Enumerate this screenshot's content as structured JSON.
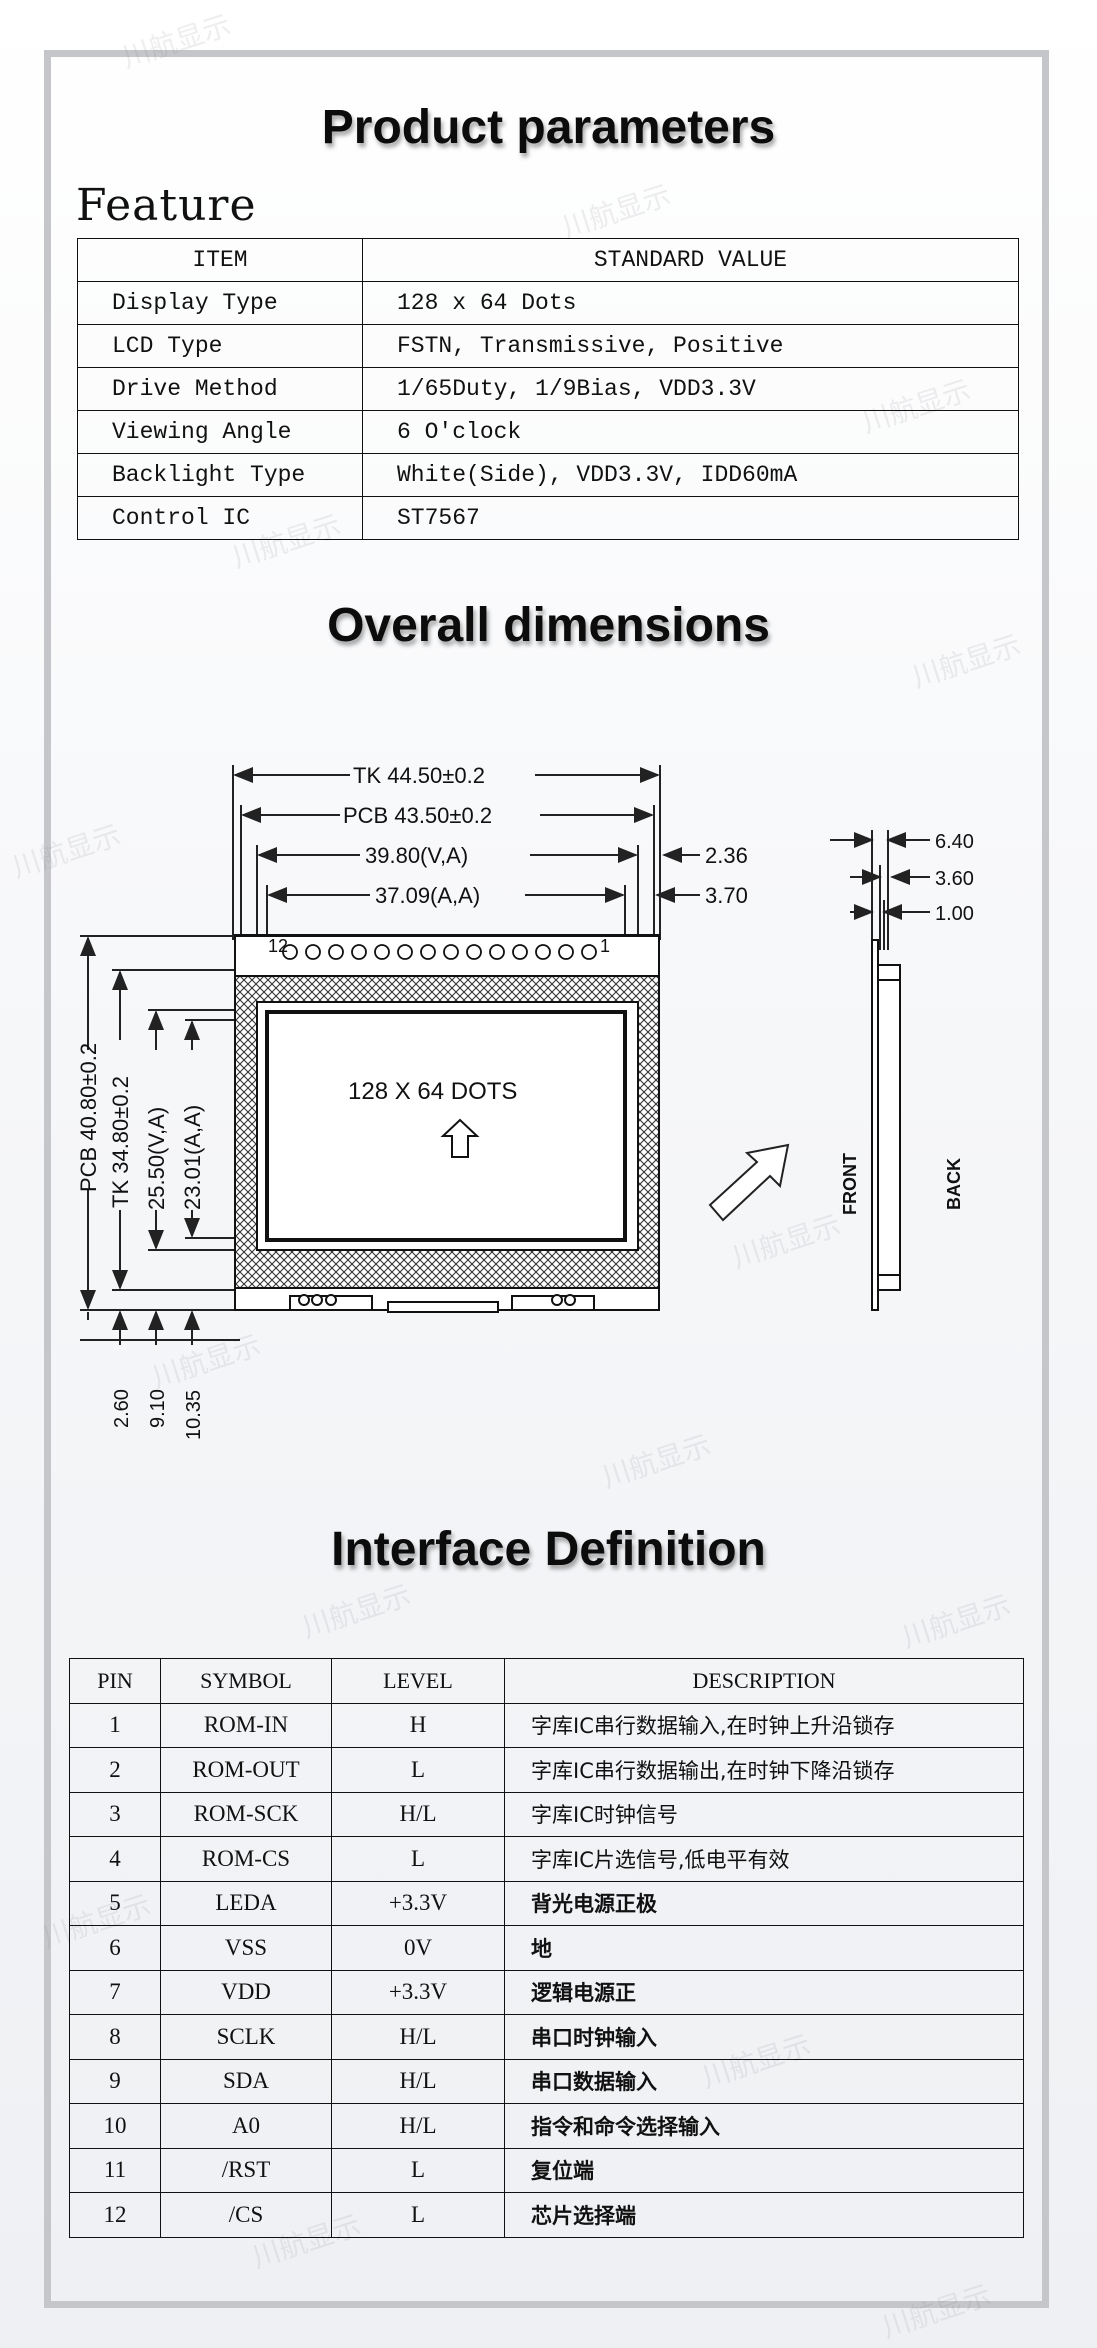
{
  "headings": {
    "product_parameters": "Product parameters",
    "feature": "Feature",
    "overall_dimensions": "Overall dimensions",
    "interface_definition": "Interface Definition"
  },
  "feature_table": {
    "headers": [
      "ITEM",
      "STANDARD VALUE"
    ],
    "rows": [
      [
        "Display Type",
        "128 x 64 Dots"
      ],
      [
        "LCD Type",
        "FSTN, Transmissive, Positive"
      ],
      [
        "Drive Method",
        "1/65Duty, 1/9Bias, VDD3.3V"
      ],
      [
        "Viewing Angle",
        "6 O'clock"
      ],
      [
        "Backlight Type",
        "White(Side), VDD3.3V, IDD60mA"
      ],
      [
        "Control IC",
        "ST7567"
      ]
    ]
  },
  "dimensions": {
    "tk_width": "TK 44.50±0.2",
    "pcb_width": "PCB 43.50±0.2",
    "va_width": "39.80(V,A)",
    "aa_width": "37.09(A,A)",
    "dim_right_1": "2.36",
    "dim_right_2": "3.70",
    "pcb_height": "PCB 40.80±0.2",
    "tk_height": "TK 34.80±0.2",
    "va_height": "25.50(V,A)",
    "aa_height": "23.01(A,A)",
    "bottom_1": "2.60",
    "bottom_2": "9.10",
    "bottom_3": "10.35",
    "pin_left": "12",
    "pin_right": "1",
    "dots_label": "128 X 64 DOTS",
    "side_total": "6.40",
    "side_mid": "3.60",
    "side_pcb": "1.00",
    "front_label": "FRONT",
    "back_label": "BACK"
  },
  "interface_table": {
    "headers": [
      "PIN",
      "SYMBOL",
      "LEVEL",
      "DESCRIPTION"
    ],
    "rows": [
      [
        "1",
        "ROM-IN",
        "H",
        "字库IC串行数据输入,在时钟上升沿锁存"
      ],
      [
        "2",
        "ROM-OUT",
        "L",
        "字库IC串行数据输出,在时钟下降沿锁存"
      ],
      [
        "3",
        "ROM-SCK",
        "H/L",
        "字库IC时钟信号"
      ],
      [
        "4",
        "ROM-CS",
        "L",
        "字库IC片选信号,低电平有效"
      ],
      [
        "5",
        "LEDA",
        "+3.3V",
        "背光电源正极"
      ],
      [
        "6",
        "VSS",
        "0V",
        "地"
      ],
      [
        "7",
        "VDD",
        "+3.3V",
        "逻辑电源正"
      ],
      [
        "8",
        "SCLK",
        "H/L",
        "串口时钟输入"
      ],
      [
        "9",
        "SDA",
        "H/L",
        "串口数据输入"
      ],
      [
        "10",
        "A0",
        "H/L",
        "指令和命令选择输入"
      ],
      [
        "11",
        "/RST",
        "L",
        "复位端"
      ],
      [
        "12",
        "/CS",
        "L",
        "芯片选择端"
      ]
    ]
  },
  "watermark": "川航显示"
}
